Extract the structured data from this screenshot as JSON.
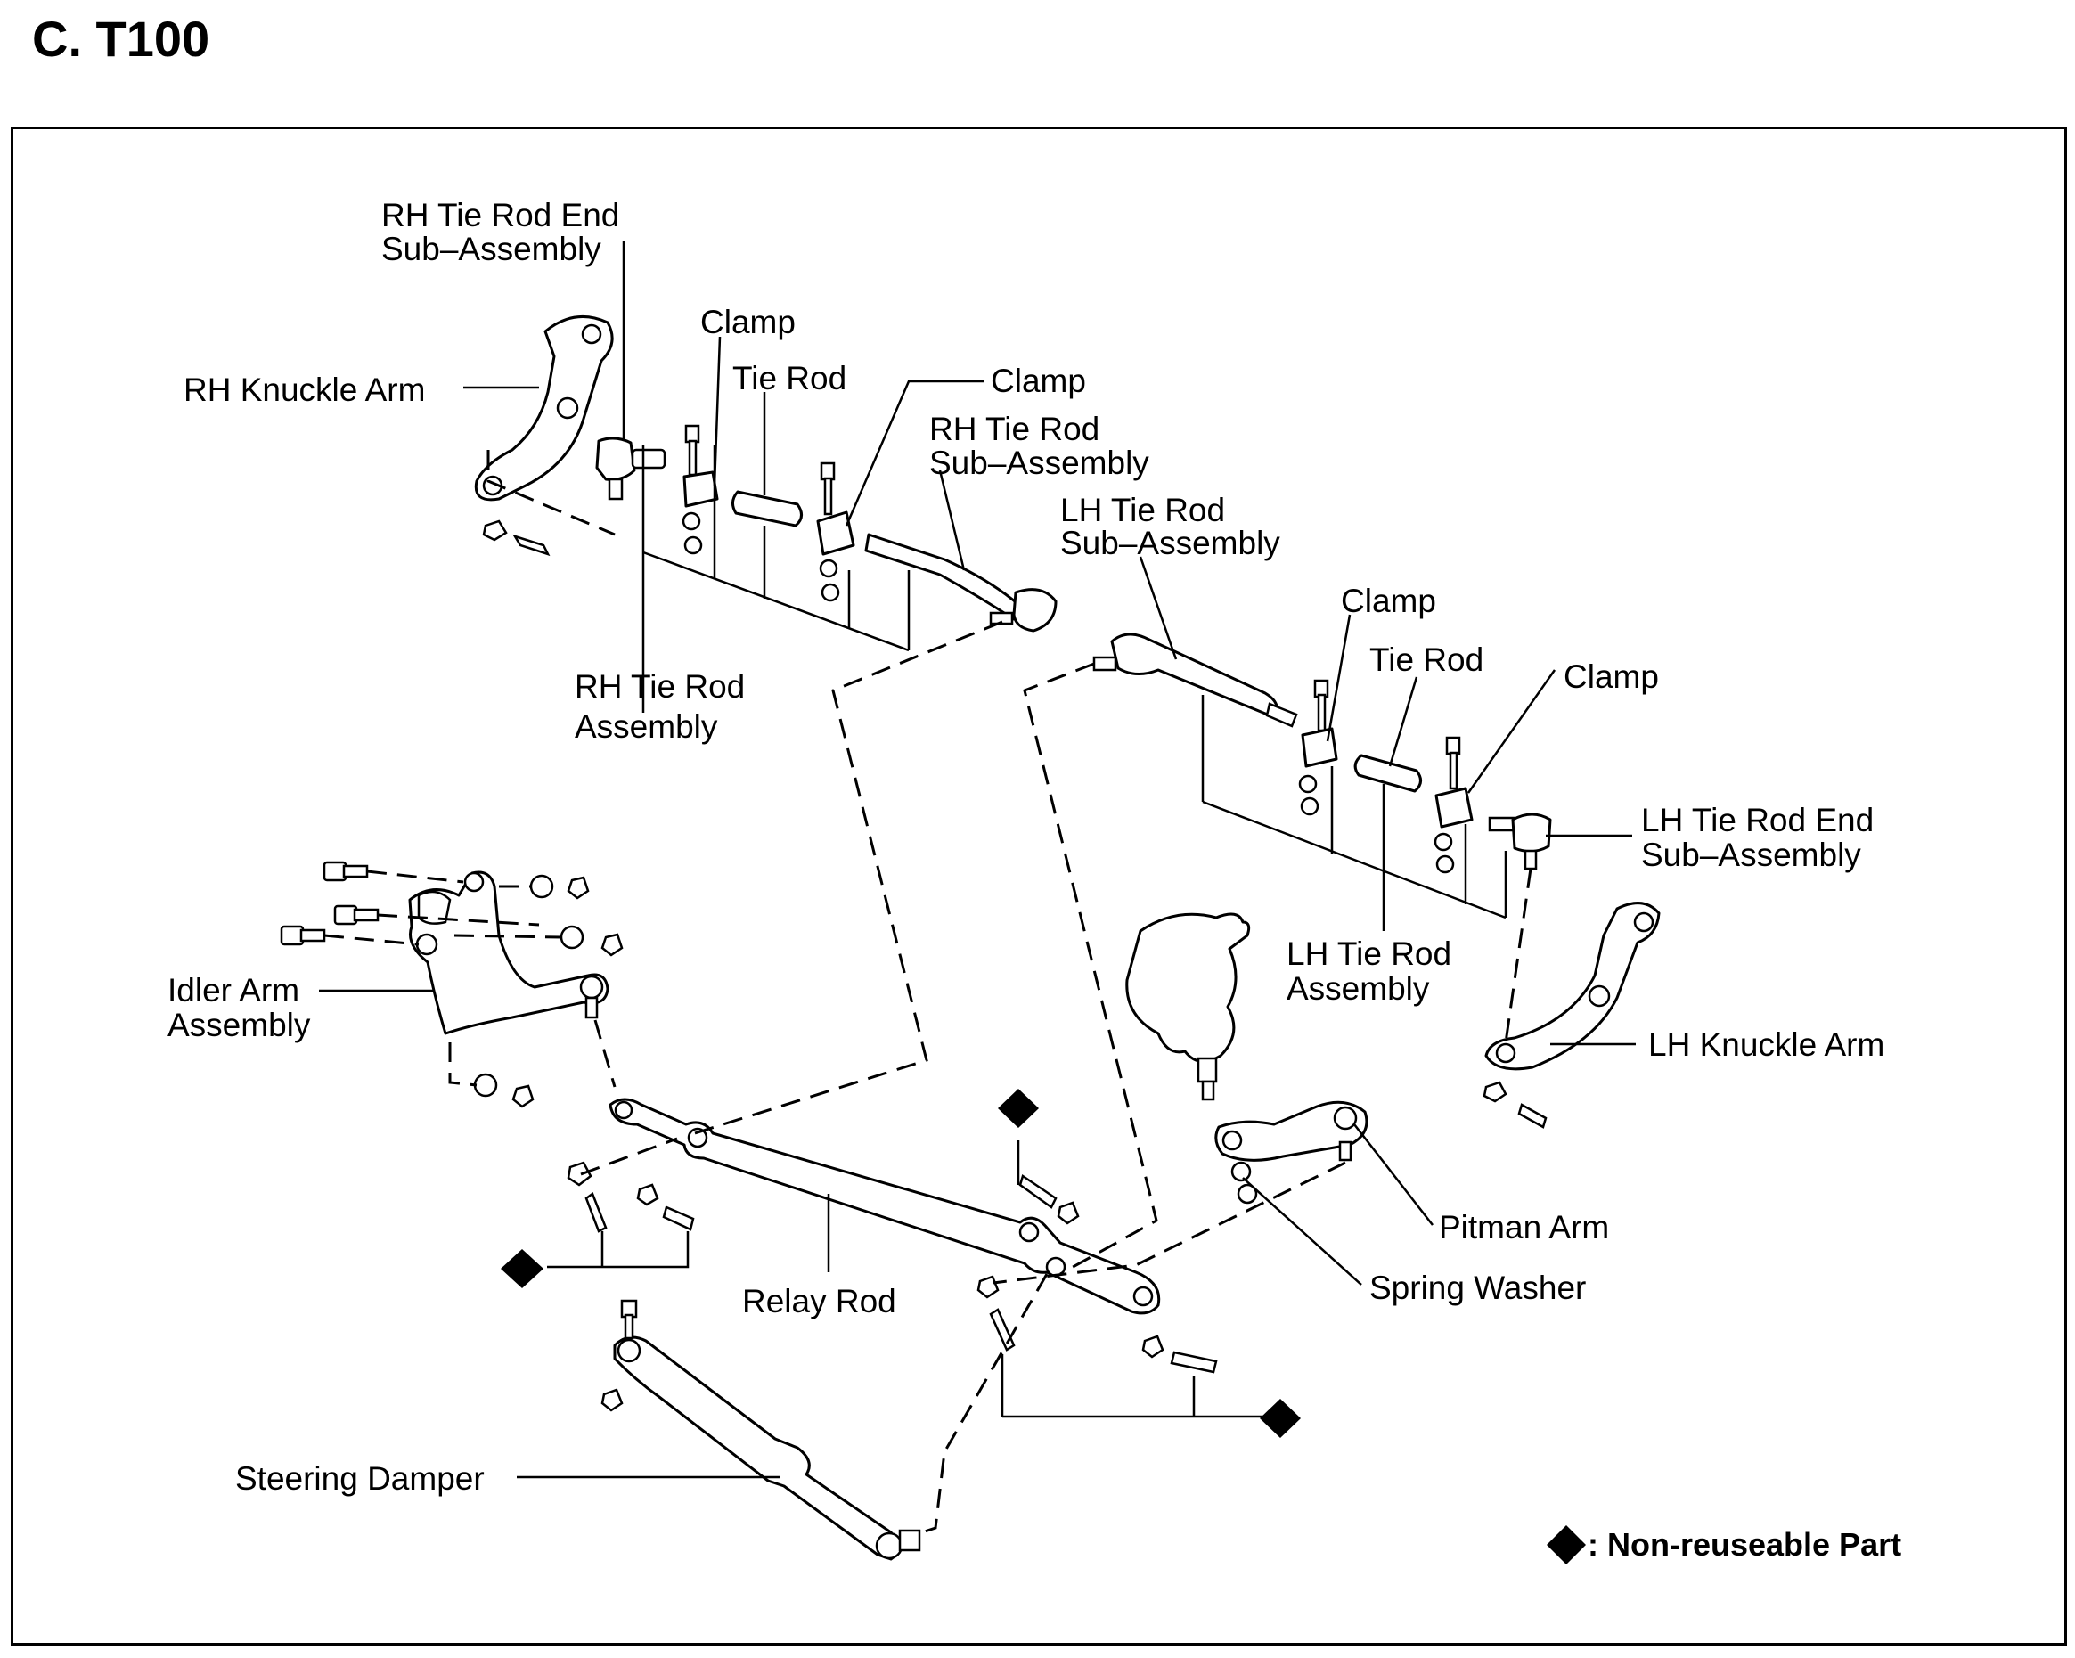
{
  "title": "C. T100",
  "labels": {
    "rh_tie_rod_end_1": "RH Tie Rod End",
    "rh_tie_rod_end_2": "Sub–Assembly",
    "clamp_1": "Clamp",
    "tie_rod_1": "Tie Rod",
    "clamp_2": "Clamp",
    "rh_tie_rod_sub_1": "RH Tie Rod",
    "rh_tie_rod_sub_2": "Sub–Assembly",
    "rh_knuckle_arm": "RH Knuckle Arm",
    "lh_tie_rod_sub_1": "LH Tie Rod",
    "lh_tie_rod_sub_2": "Sub–Assembly",
    "rh_tie_rod_assy_1": "RH Tie Rod",
    "rh_tie_rod_assy_2": "Assembly",
    "clamp_3": "Clamp",
    "tie_rod_2": "Tie Rod",
    "clamp_4": "Clamp",
    "lh_tie_rod_end_1": "LH Tie Rod End",
    "lh_tie_rod_end_2": "Sub–Assembly",
    "lh_tie_rod_assy_1": "LH Tie Rod",
    "lh_tie_rod_assy_2": "Assembly",
    "idler_arm_1": "Idler Arm",
    "idler_arm_2": "Assembly",
    "lh_knuckle_arm": "LH Knuckle Arm",
    "pitman_arm": "Pitman Arm",
    "spring_washer": "Spring Washer",
    "relay_rod": "Relay Rod",
    "steering_damper": "Steering Damper"
  },
  "legend": {
    "text": ": Non-reuseable Part",
    "symbol": "diamond"
  }
}
